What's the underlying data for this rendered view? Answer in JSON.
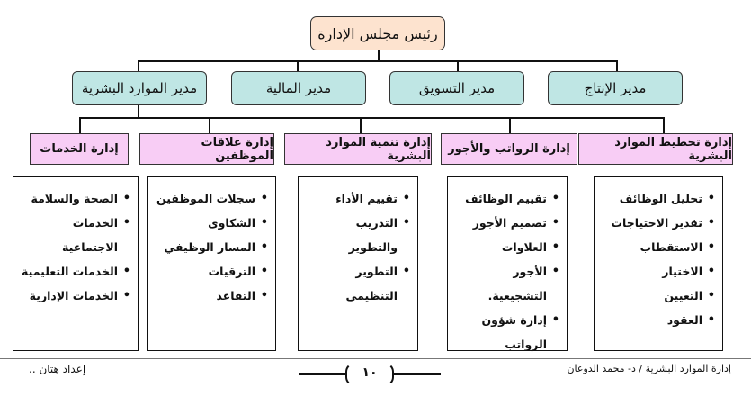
{
  "root": {
    "label": "رئيس مجلس الإدارة"
  },
  "managers": [
    {
      "label": "مدير الموارد البشرية"
    },
    {
      "label": "مدير المالية"
    },
    {
      "label": "مدير التسويق"
    },
    {
      "label": "مدير الإنتاج"
    }
  ],
  "departments": [
    {
      "label": "إدارة الخدمات",
      "items": [
        {
          "text": "الصحة والسلامة",
          "bullet": true
        },
        {
          "text": "الخدمات",
          "bullet": true
        },
        {
          "text": "الاجتماعية",
          "bullet": false
        },
        {
          "text": "الخدمات التعليمية",
          "bullet": true
        },
        {
          "text": "الخدمات الإدارية",
          "bullet": true
        }
      ]
    },
    {
      "label": "إدارة علاقات الموظفين",
      "items": [
        {
          "text": "سجلات الموظفين",
          "bullet": true
        },
        {
          "text": "الشكاوى",
          "bullet": true
        },
        {
          "text": "المسار الوظيفي",
          "bullet": true
        },
        {
          "text": "الترقيات",
          "bullet": true
        },
        {
          "text": "التقاعد",
          "bullet": true
        }
      ]
    },
    {
      "label": "إدارة تنمية الموارد البشرية",
      "items": [
        {
          "text": "تقييم الأداء",
          "bullet": true
        },
        {
          "text": "التدريب والتطوير",
          "bullet": true
        },
        {
          "text": "التطوير التنظيمي",
          "bullet": true
        }
      ]
    },
    {
      "label": "إدارة الرواتب والأجور",
      "items": [
        {
          "text": "تقييم الوظائف",
          "bullet": true
        },
        {
          "text": "تصميم الأجور",
          "bullet": true
        },
        {
          "text": "العلاوات",
          "bullet": true
        },
        {
          "text": "الأجور التشجيعية.",
          "bullet": true
        },
        {
          "text": "إدارة شؤون",
          "bullet": true
        },
        {
          "text": "الرواتب",
          "bullet": false
        }
      ]
    },
    {
      "label": "إدارة تخطيط الموارد البشرية",
      "items": [
        {
          "text": "تحليل الوظائف",
          "bullet": true
        },
        {
          "text": "تقدير الاحتياجات",
          "bullet": true
        },
        {
          "text": "الاستقطاب",
          "bullet": true
        },
        {
          "text": "الاختيار",
          "bullet": true
        },
        {
          "text": "التعيين",
          "bullet": true
        },
        {
          "text": "العقود",
          "bullet": true
        }
      ]
    }
  ],
  "footer": {
    "left": "إعداد هتان ..",
    "right": "إدارة الموارد البشرية / د- محمد الدوعان",
    "page": "١٠"
  }
}
